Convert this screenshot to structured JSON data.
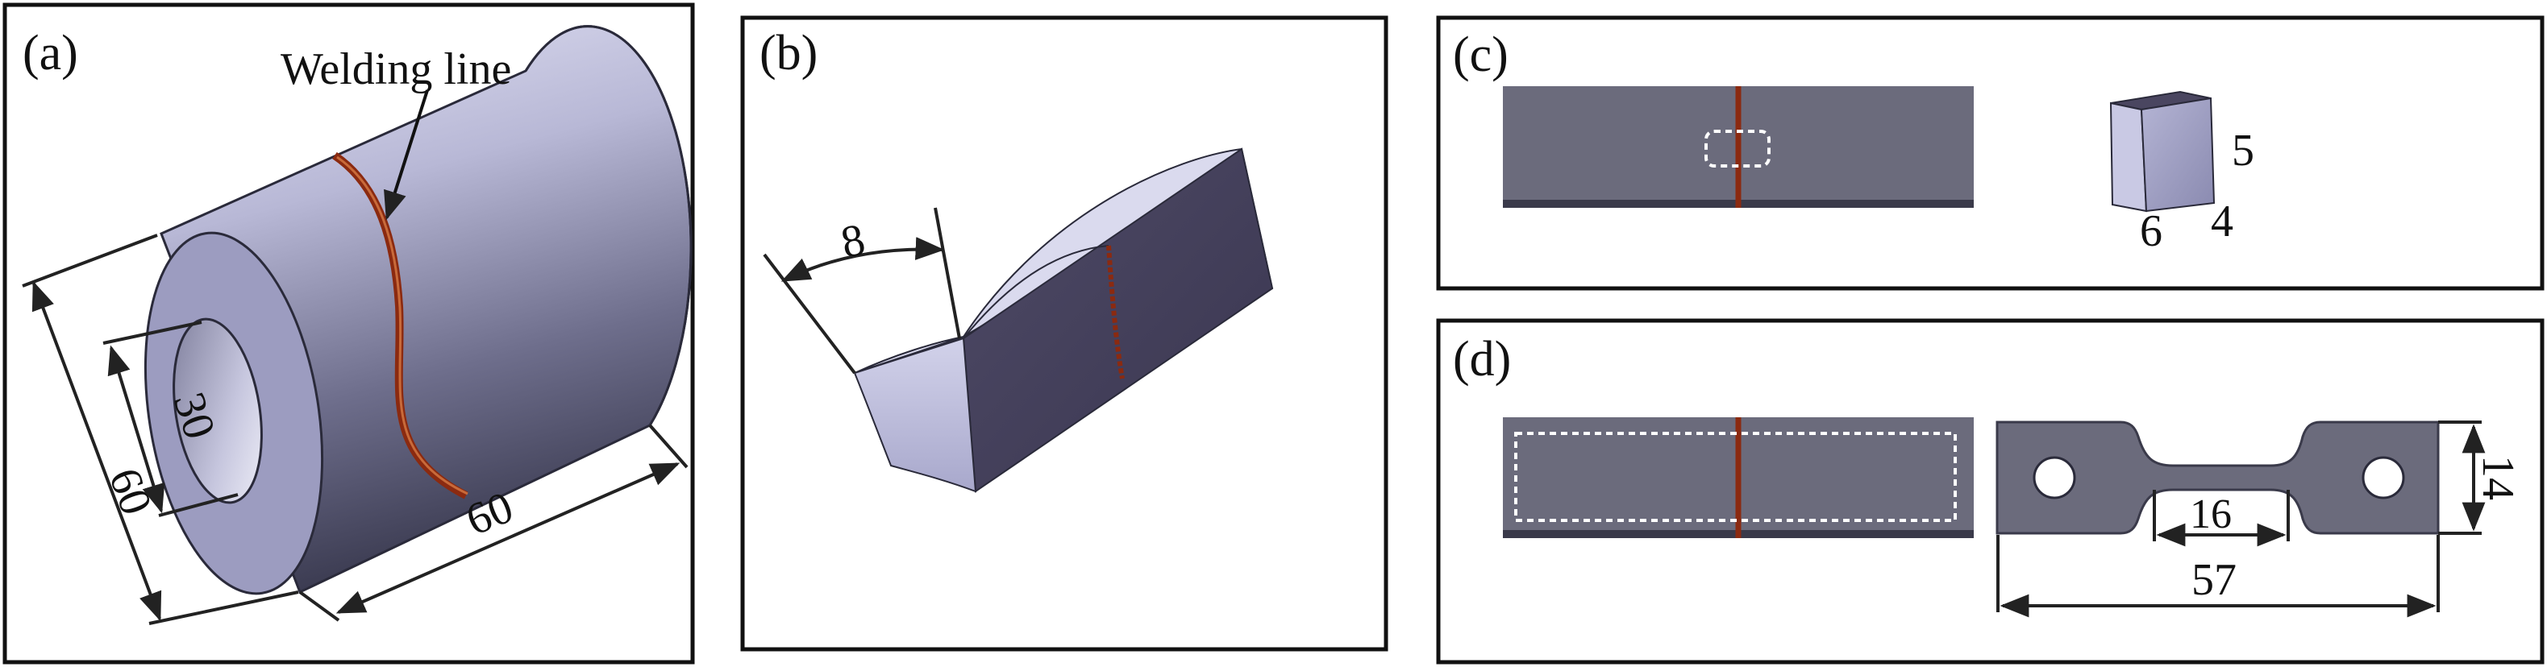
{
  "panels": {
    "a": {
      "label": "(a)",
      "callout": "Welding line",
      "dims": {
        "outer_diameter": "60",
        "inner_diameter": "30",
        "length": "60"
      }
    },
    "b": {
      "label": "(b)",
      "dims": {
        "width": "8"
      }
    },
    "c": {
      "label": "(c)",
      "dims": {
        "length": "6",
        "width": "4",
        "height": "5"
      }
    },
    "d": {
      "label": "(d)",
      "dims": {
        "gauge_length": "16",
        "total_length": "57",
        "width": "14"
      }
    }
  },
  "colors": {
    "weld": "#8b2a10",
    "cyl_light": "#dadaf0",
    "cyl_dark": "#3e3e55",
    "face": "#9c9cc0",
    "plate": "#6b6b7c",
    "plate_edge": "#3a3a4a",
    "sample_dark": "#4a4660",
    "sample_light": "#c4c4e0"
  }
}
